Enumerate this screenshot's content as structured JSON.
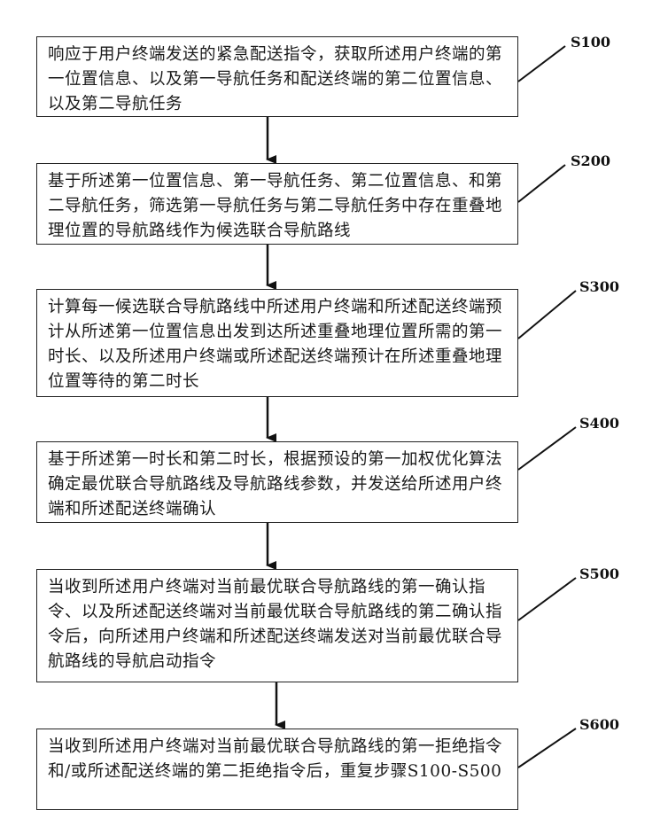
{
  "steps": [
    {
      "label": "S100",
      "text": "响应于用户终端发送的紧急配送指令，获取所述用户终端的第一位置信息、以及第一导航任务和配送终端的第二位置信息、以及第二导航任务"
    },
    {
      "label": "S200",
      "text": "基于所述第一位置信息、第一导航任务、第二位置信息、和第二导航任务，筛选第一导航任务与第二导航任务中存在重叠地理位置的导航路线作为候选联合导航路线"
    },
    {
      "label": "S300",
      "text": "计算每一候选联合导航路线中所述用户终端和所述配送终端预计从所述第一位置信息出发到达所述重叠地理位置所需的第一时长、以及所述用户终端或所述配送终端预计在所述重叠地理位置等待的第二时长"
    },
    {
      "label": "S400",
      "text": "基于所述第一时长和第二时长，根据预设的第一加权优化算法确定最优联合导航路线及导航路线参数，并发送给所述用户终端和所述配送终端确认"
    },
    {
      "label": "S500",
      "text": "当收到所述用户终端对当前最优联合导航路线的第一确认指令、以及所述配送终端对当前最优联合导航路线的第二确认指令后，向所述用户终端和所述配送终端发送对当前最优联合导航路线的导航启动指令"
    },
    {
      "label": "S600",
      "text": "当收到所述用户终端对当前最优联合导航路线的第一拒绝指令和/或所述配送终端的第二拒绝指令后，重复步骤S100-S500"
    }
  ]
}
